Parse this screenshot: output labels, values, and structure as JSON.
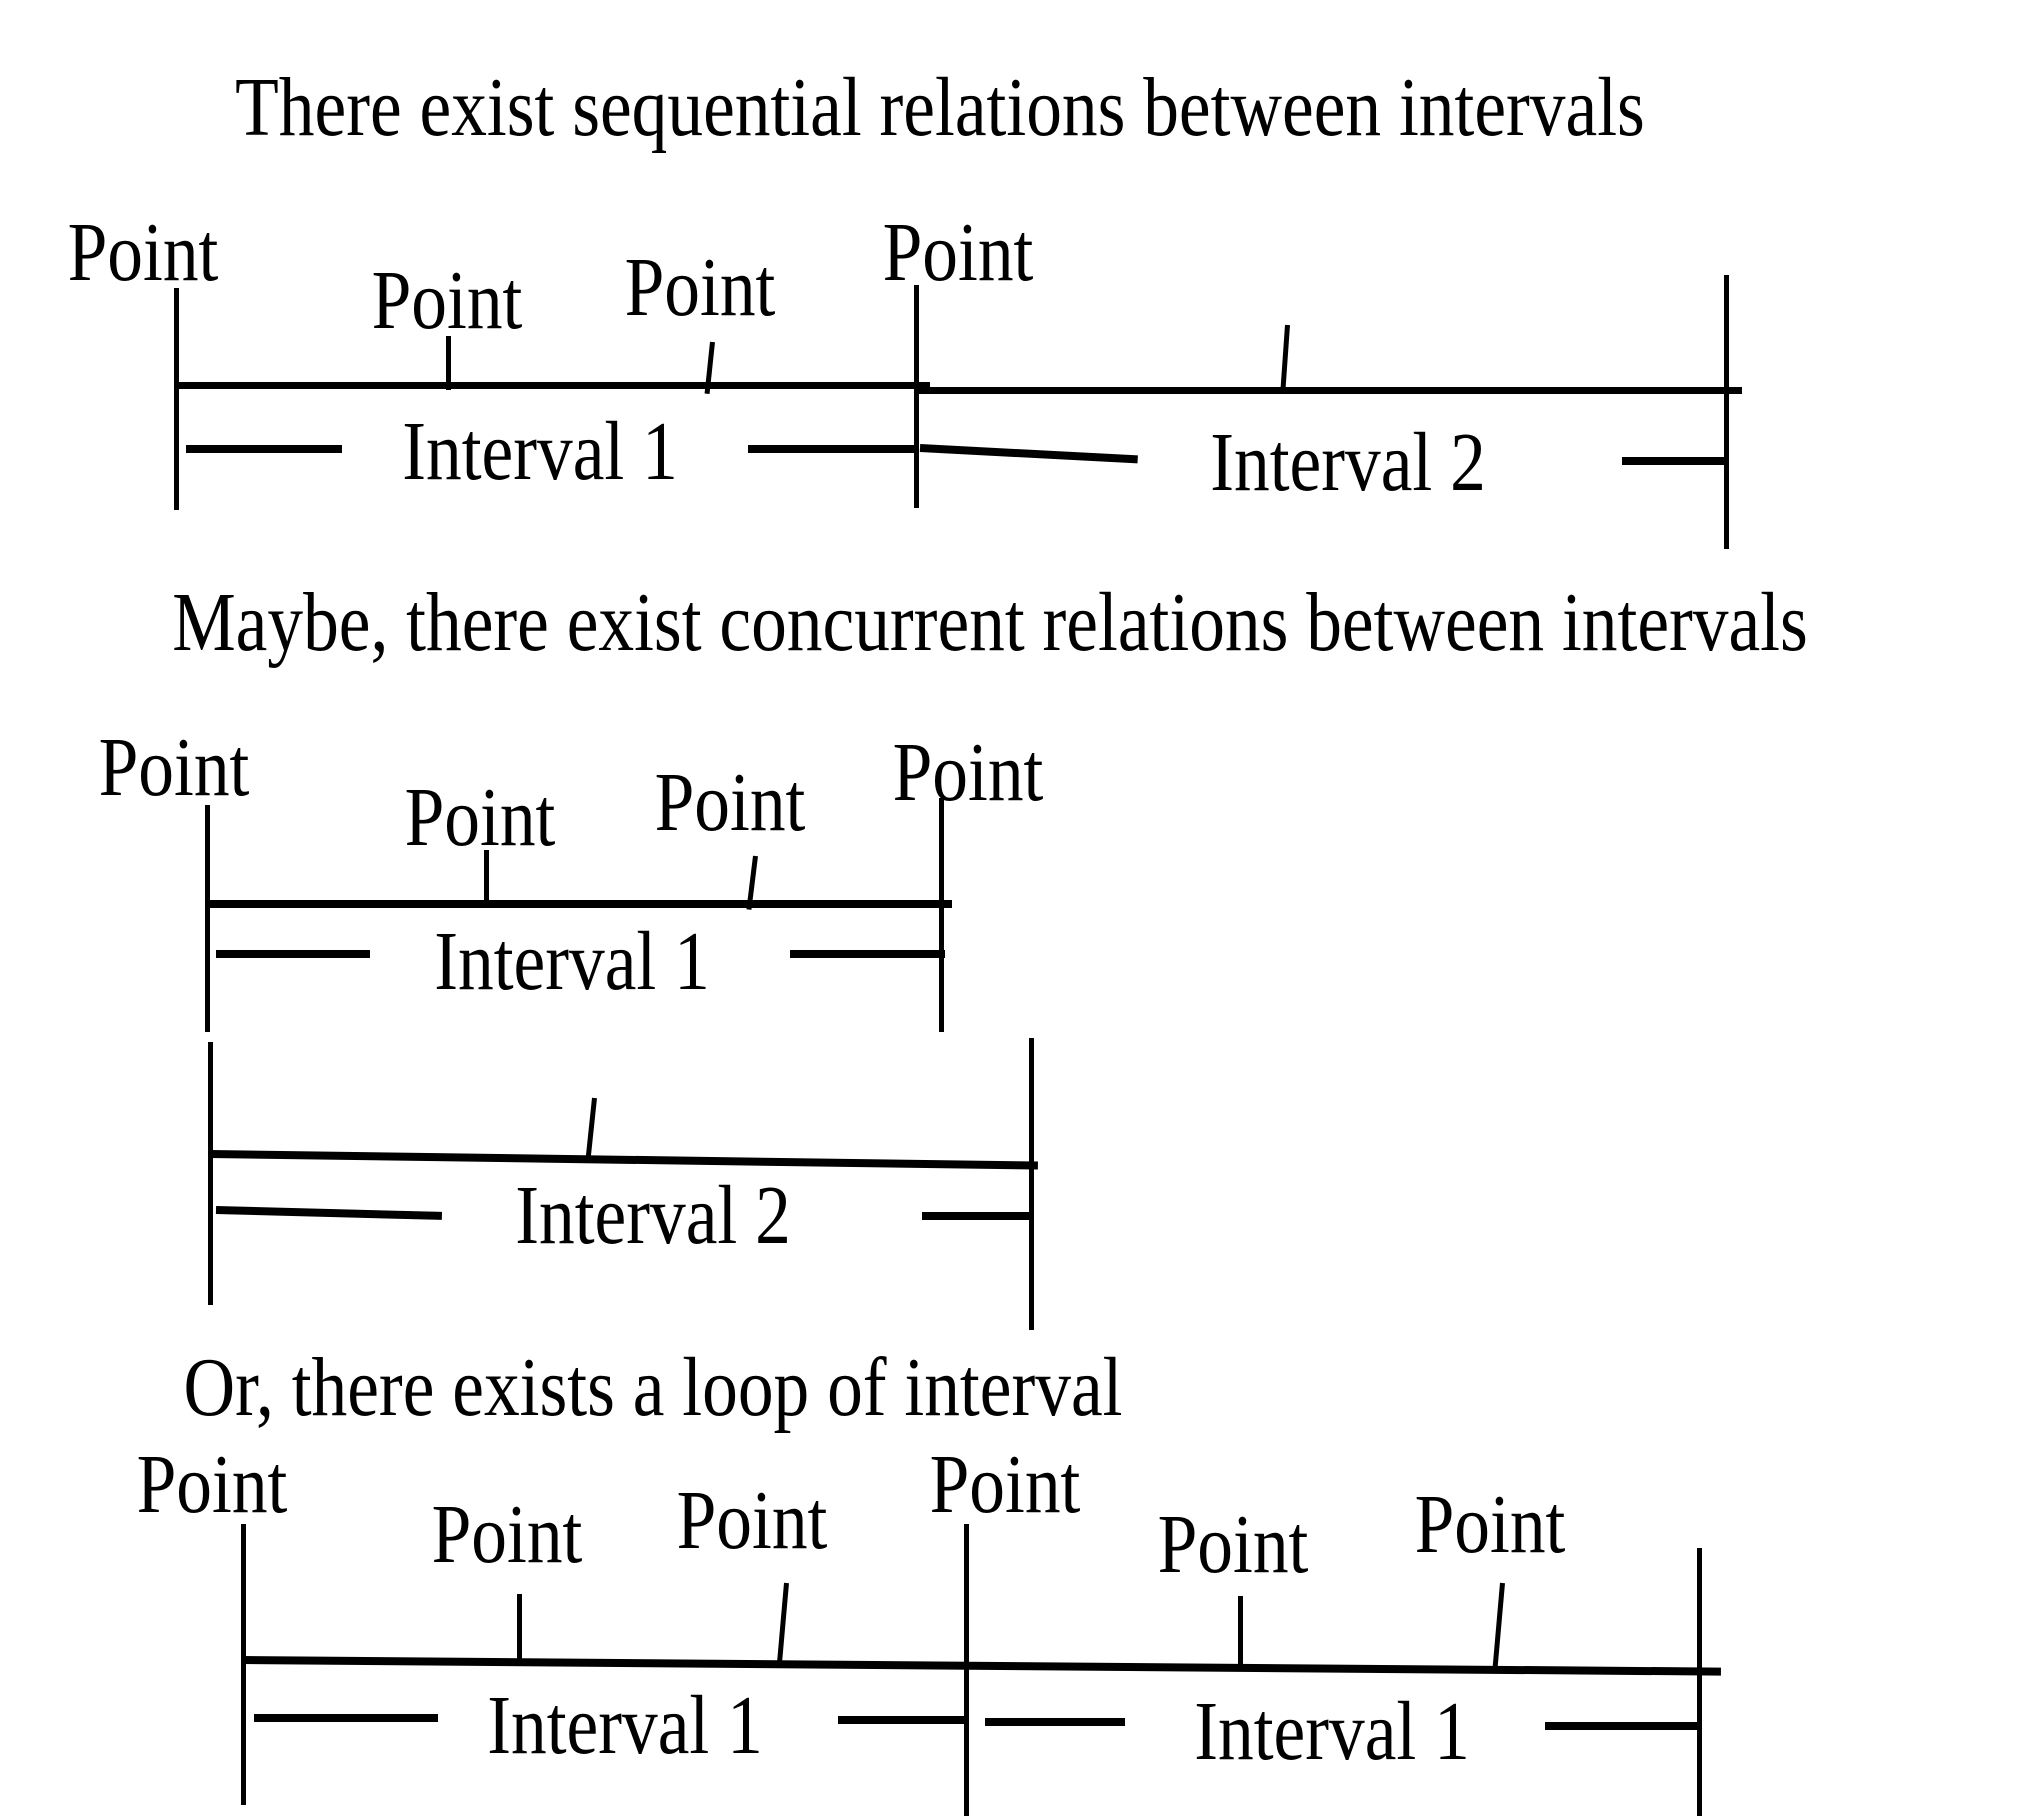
{
  "colors": {
    "ink": "#000000",
    "background": "#ffffff"
  },
  "sections": [
    {
      "title": "There exist sequential relations between intervals",
      "timelines": [
        {
          "points": [
            "Point",
            "Point",
            "Point",
            "Point"
          ],
          "intervals": [
            "Interval 1",
            "Interval 2"
          ]
        }
      ]
    },
    {
      "title": "Maybe, there exist concurrent relations between intervals",
      "timelines": [
        {
          "points": [
            "Point",
            "Point",
            "Point",
            "Point"
          ],
          "intervals": [
            "Interval 1"
          ]
        },
        {
          "points": [],
          "intervals": [
            "Interval 2"
          ]
        }
      ]
    },
    {
      "title": "Or, there exists a loop of interval",
      "timelines": [
        {
          "points": [
            "Point",
            "Point",
            "Point",
            "Point",
            "Point",
            "Point"
          ],
          "intervals": [
            "Interval 1",
            "Interval 1"
          ]
        }
      ]
    }
  ]
}
